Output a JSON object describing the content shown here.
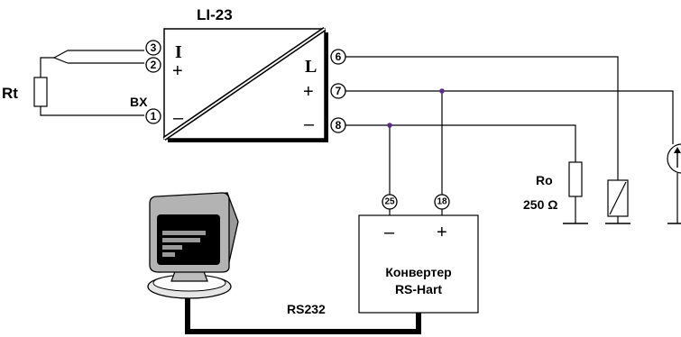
{
  "device": {
    "name": "LI-23",
    "input_letter": "I",
    "input_plus": "+",
    "input_label": "BX",
    "input_minus": "–",
    "output_letter": "L",
    "output_plus": "+",
    "output_minus": "–"
  },
  "sensor": {
    "label": "Rt"
  },
  "pins": {
    "p1": "1",
    "p2": "2",
    "p3": "3",
    "p6": "6",
    "p7": "7",
    "p8": "8",
    "p25": "25",
    "p18": "18"
  },
  "resistor": {
    "label": "Ro",
    "value": "250 Ω"
  },
  "converter": {
    "line1": "Конвертер",
    "line2": "RS-Hart",
    "minus": "–",
    "plus": "+"
  },
  "link": {
    "label": "RS232"
  },
  "colors": {
    "line": "#000000",
    "junction": "#5a2d82",
    "monitor": "#9a9a9a"
  }
}
